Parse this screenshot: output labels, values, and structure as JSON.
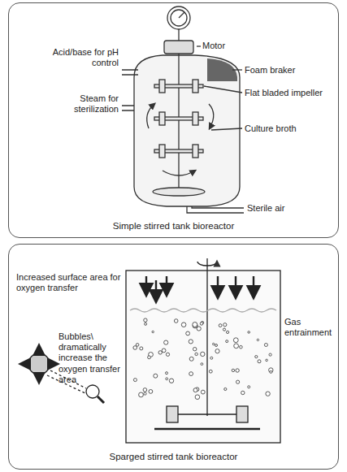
{
  "diagram": {
    "nodes": [
      {
        "text": [
          "Simple stirred tank bioreactor"
        ]
      },
      {
        "text": [
          "Sparged stirred tank bioreactor"
        ]
      }
    ],
    "labels": [
      "Acid/base for pH control",
      "Motor",
      "Foam braker",
      "Flat bladed impeller",
      "Steam for sterilization",
      "Culture broth",
      "Sterile air",
      "Increased surface area for oxygen transfer",
      "Gas entrainment",
      "Bubbles\\ dramatically increase the oxygen transfer area"
    ]
  }
}
